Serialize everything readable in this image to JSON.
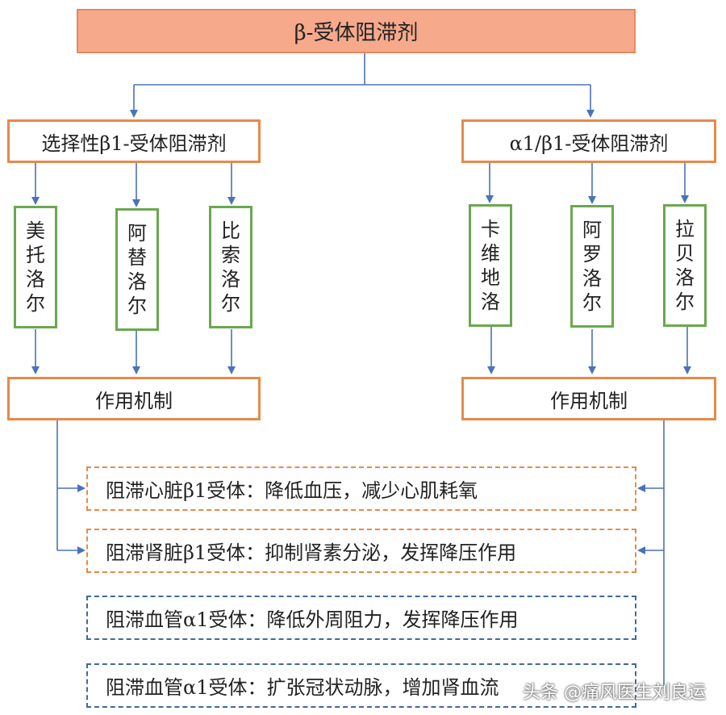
{
  "root": "β-受体阻滞剂",
  "groups": [
    {
      "label": "选择性β1-受体阻滞剂",
      "drugs": [
        "美托洛尔",
        "阿替洛尔",
        "比索洛尔"
      ],
      "mechanism": "作用机制"
    },
    {
      "label": "α1/β1-受体阻滞剂",
      "drugs": [
        "卡维地洛",
        "阿罗洛尔",
        "拉贝洛尔"
      ],
      "mechanism": "作用机制"
    }
  ],
  "effects": [
    "阻滞心脏β1受体：降低血压，减少心肌耗氧",
    "阻滞肾脏β1受体：抑制肾素分泌，发挥降压作用",
    "阻滞血管α1受体：降低外周阻力，发挥降压作用",
    "阻滞血管α1受体：扩张冠状动脉，增加肾血流"
  ],
  "watermark": "头条 @痛风医生刘良运",
  "colors": {
    "root_fill": "#f7a98c",
    "orange_border": "#e58a4a",
    "green_border": "#6aa84f",
    "blue_dash": "#3d6aa0",
    "connector": "#4a72b8"
  }
}
